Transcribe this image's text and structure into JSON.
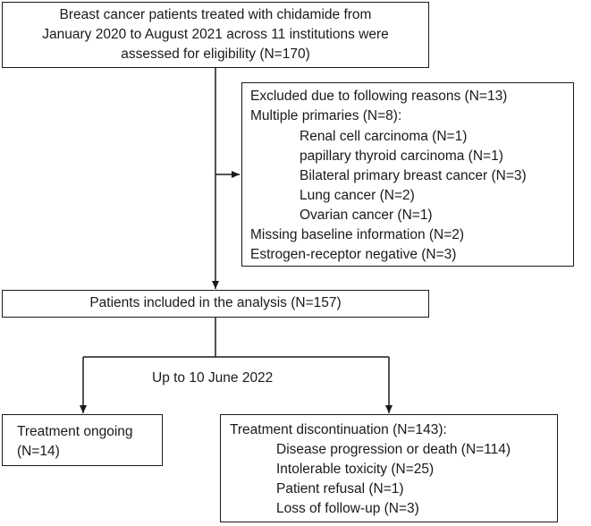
{
  "eligibility": {
    "line1": "Breast cancer patients treated with chidamide from",
    "line2": "January 2020 to August 2021 across 11 institutions were",
    "line3": "assessed for eligibility (N=170)"
  },
  "excluded": {
    "title": "Excluded due to following reasons (N=13)",
    "multiple": "Multiple primaries (N=8):",
    "sub": [
      "Renal cell carcinoma (N=1)",
      "papillary thyroid carcinoma (N=1)",
      "Bilateral primary breast cancer (N=3)",
      "Lung cancer (N=2)",
      "Ovarian cancer (N=1)"
    ],
    "missing": "Missing baseline information (N=2)",
    "er_negative": "Estrogen-receptor negative (N=3)"
  },
  "included": {
    "label": "Patients included in the analysis (N=157)"
  },
  "split_label": "Up to 10 June 2022",
  "ongoing": {
    "line1": "Treatment ongoing",
    "line2": "(N=14)"
  },
  "discontinuation": {
    "title": "Treatment discontinuation (N=143):",
    "items": [
      "Disease progression or death (N=114)",
      "Intolerable toxicity (N=25)",
      "Patient refusal (N=1)",
      "Loss of follow-up (N=3)"
    ]
  }
}
